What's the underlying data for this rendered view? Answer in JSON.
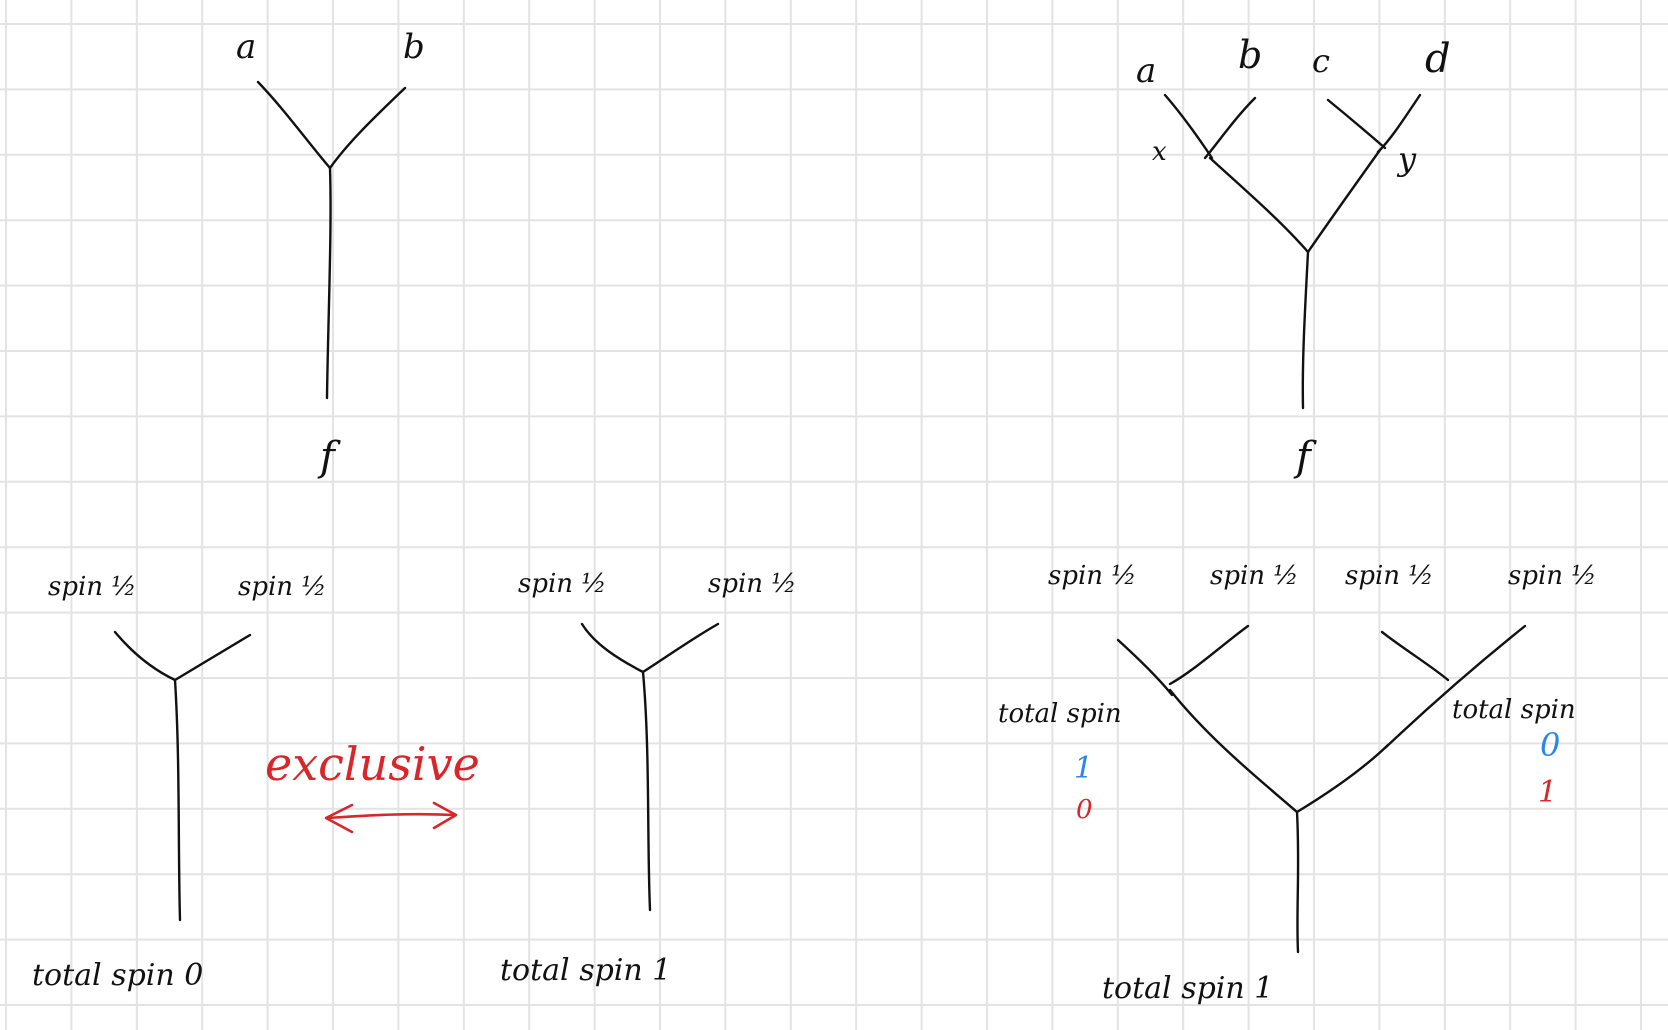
{
  "diagrams": {
    "two_leg_tree": {
      "leg_left": "a",
      "leg_right": "b",
      "root": "f"
    },
    "four_leg_tree": {
      "leg_a": "a",
      "leg_b": "b",
      "leg_c": "c",
      "leg_d": "d",
      "internal_left": "x",
      "internal_right": "y",
      "root": "f"
    },
    "spin_zero_tree": {
      "leg_left": "spin ½",
      "leg_right": "spin ½",
      "root": "total spin 0"
    },
    "spin_one_tree": {
      "leg_left": "spin ½",
      "leg_right": "spin ½",
      "root": "total spin 1"
    },
    "exclusive_annotation": {
      "label": "exclusive"
    },
    "four_spin_tree": {
      "leg_1": "spin ½",
      "leg_2": "spin ½",
      "leg_3": "spin ½",
      "leg_4": "spin ½",
      "left_internal_title": "total spin",
      "left_internal_value_blue": "1",
      "left_internal_value_red": "0",
      "right_internal_title": "total spin",
      "right_internal_value_blue": "0",
      "right_internal_value_red": "1",
      "root": "total spin 1"
    }
  },
  "colors": {
    "ink": "#111111",
    "red": "#d8262b",
    "blue": "#2a86e8",
    "grid": "#e3e3e3"
  }
}
